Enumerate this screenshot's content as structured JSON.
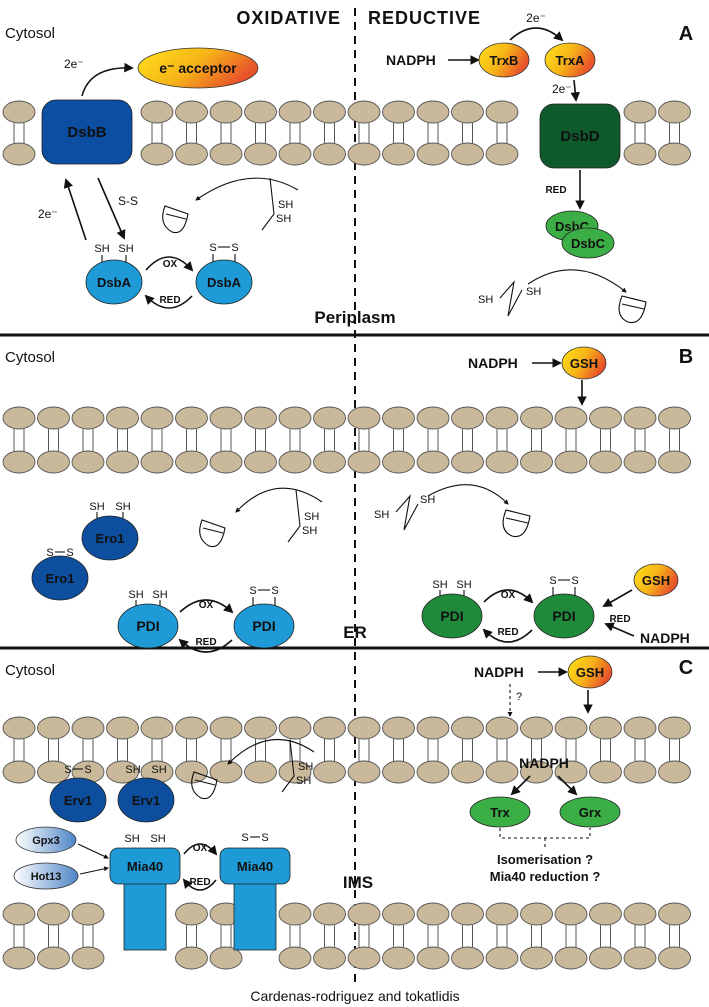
{
  "headers": {
    "oxidative": "OXIDATIVE",
    "reductive": "REDUCTIVE"
  },
  "panels": [
    {
      "letter": "A",
      "cytosol": "Cytosol",
      "compartment": "Periplasm"
    },
    {
      "letter": "B",
      "cytosol": "Cytosol",
      "compartment": "ER"
    },
    {
      "letter": "C",
      "cytosol": "Cytosol",
      "compartment": "IMS"
    }
  ],
  "labels": {
    "two_e": "2e⁻",
    "acceptor": "e⁻ acceptor",
    "nadph": "NADPH",
    "trxb": "TrxB",
    "trxa": "TrxA",
    "dsbb": "DsbB",
    "dsbd": "DsbD",
    "dsbc": "DsbC",
    "dsba": "DsbA",
    "ss": "S-S",
    "sh": "SH",
    "s": "S",
    "ox": "OX",
    "red": "RED",
    "gsh": "GSH",
    "ero1": "Ero1",
    "pdi": "PDI",
    "erv1": "Erv1",
    "mia40": "Mia40",
    "gpx3": "Gpx3",
    "hot13": "Hot13",
    "trx": "Trx",
    "grx": "Grx",
    "question": "?",
    "isomerisation": "Isomerisation ?",
    "mia40_reduction": "Mia40 reduction ?"
  },
  "credit": "Cardenas-rodriguez and tokatlidis",
  "colors": {
    "lipid": "#c9b99a",
    "dsbb": "#0b4ea2",
    "dsbd": "#0f5a2a",
    "oxidative_protein": "#1e9ad6",
    "dark_blue": "#0d4f9e",
    "reductive_green": "#1f8a3a",
    "light_green": "#3cae46",
    "yellow_orange": "#f6c61c"
  }
}
